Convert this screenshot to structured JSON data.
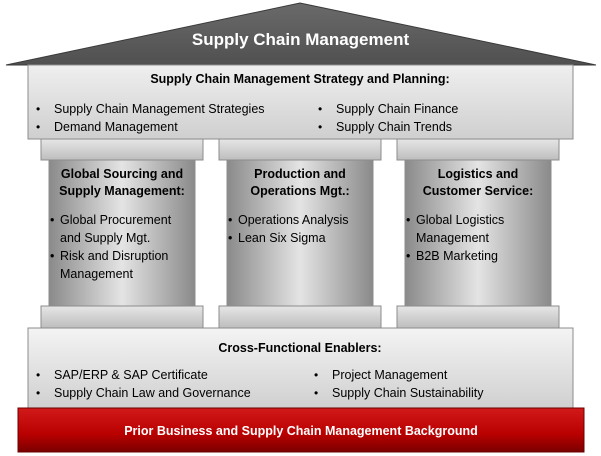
{
  "roof": {
    "title": "Supply Chain Management"
  },
  "strategy": {
    "title": "Supply Chain Management Strategy and Planning:",
    "left_items": [
      "Supply Chain Management Strategies",
      "Demand Management"
    ],
    "right_items": [
      "Supply Chain Finance",
      "Supply Chain Trends"
    ]
  },
  "pillars": [
    {
      "title_line1": "Global Sourcing and",
      "title_line2": "Supply Management:",
      "items": [
        "Global Procurement and Supply Mgt.",
        "Risk and Disruption Management"
      ]
    },
    {
      "title_line1": "Production and",
      "title_line2": "Operations Mgt.:",
      "items": [
        "Operations Analysis",
        "Lean Six Sigma"
      ]
    },
    {
      "title_line1": "Logistics and",
      "title_line2": "Customer Service:",
      "items": [
        "Global Logistics Management",
        "B2B Marketing"
      ]
    }
  ],
  "enablers": {
    "title": "Cross-Functional Enablers:",
    "left_items": [
      "SAP/ERP & SAP Certificate",
      "Supply Chain Law and Governance"
    ],
    "right_items": [
      "Project Management",
      "Supply Chain Sustainability"
    ]
  },
  "foundation": {
    "title": "Prior Business and Supply Chain Management Background"
  },
  "colors": {
    "roof": "#595959",
    "roof_text": "#ffffff",
    "beam": "#dcdcdc",
    "pillar_dark": "#9a9a9a",
    "pillar_light": "#d8d8d8",
    "foundation": "#c00000",
    "foundation_text": "#ffffff"
  }
}
